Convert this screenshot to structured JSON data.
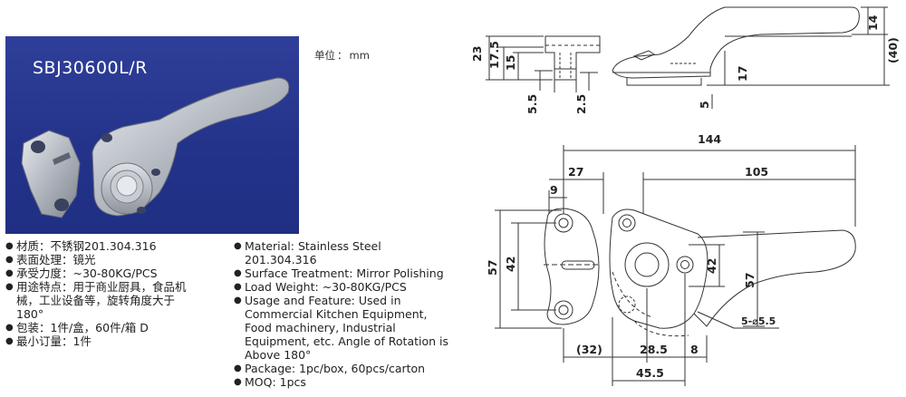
{
  "photo": {
    "model": "SBJ30600L/R",
    "colors": {
      "background": "#26358c",
      "text": "#ffffff"
    }
  },
  "unit_label": {
    "label": "单位",
    "value": "mm"
  },
  "specs_cn": [
    {
      "text": "材质：不锈钢201.304.316"
    },
    {
      "text": "表面处理：镜光"
    },
    {
      "text": "承受力度：~30-80KG/PCS"
    },
    {
      "text": "用途特点：用于商业厨具，食品机\n械，工业设备等，旋转角度大于\n180°"
    },
    {
      "text": "包装：1件/盒，60件/箱 D"
    },
    {
      "text": "最小订量：1件"
    }
  ],
  "specs_en": [
    {
      "text": "Material: Stainless Steel\n201.304.316"
    },
    {
      "text": "Surface Treatment: Mirror Polishing"
    },
    {
      "text": "Load Weight: ~30-80KG/PCS"
    },
    {
      "text": "Usage and Feature: Used in\nCommercial Kitchen Equipment,\nFood machinery, Industrial\nEquipment, etc. Angle of Rotation is\nAbove 180°"
    },
    {
      "text": "Package: 1pc/box, 60pcs/carton"
    },
    {
      "text": "MOQ: 1pcs"
    }
  ],
  "bullet_symbol": "●",
  "dimensions": {
    "side_23": "23",
    "side_17_5": "17.5",
    "side_15": "15",
    "side_5_5": "5.5",
    "side_2_5": "2.5",
    "handle_14": "14",
    "handle_40": "(40)",
    "handle_17": "17",
    "handle_5": "5",
    "top_144": "144",
    "top_105": "105",
    "top_27": "27",
    "top_9": "9",
    "left_57": "57",
    "left_42": "42",
    "right_42": "42",
    "right_57": "57",
    "hole_spec": "5-⌀5.5",
    "bottom_32": "(32)",
    "bottom_28_5": "28.5",
    "bottom_8": "8",
    "bottom_45_5": "45.5"
  }
}
